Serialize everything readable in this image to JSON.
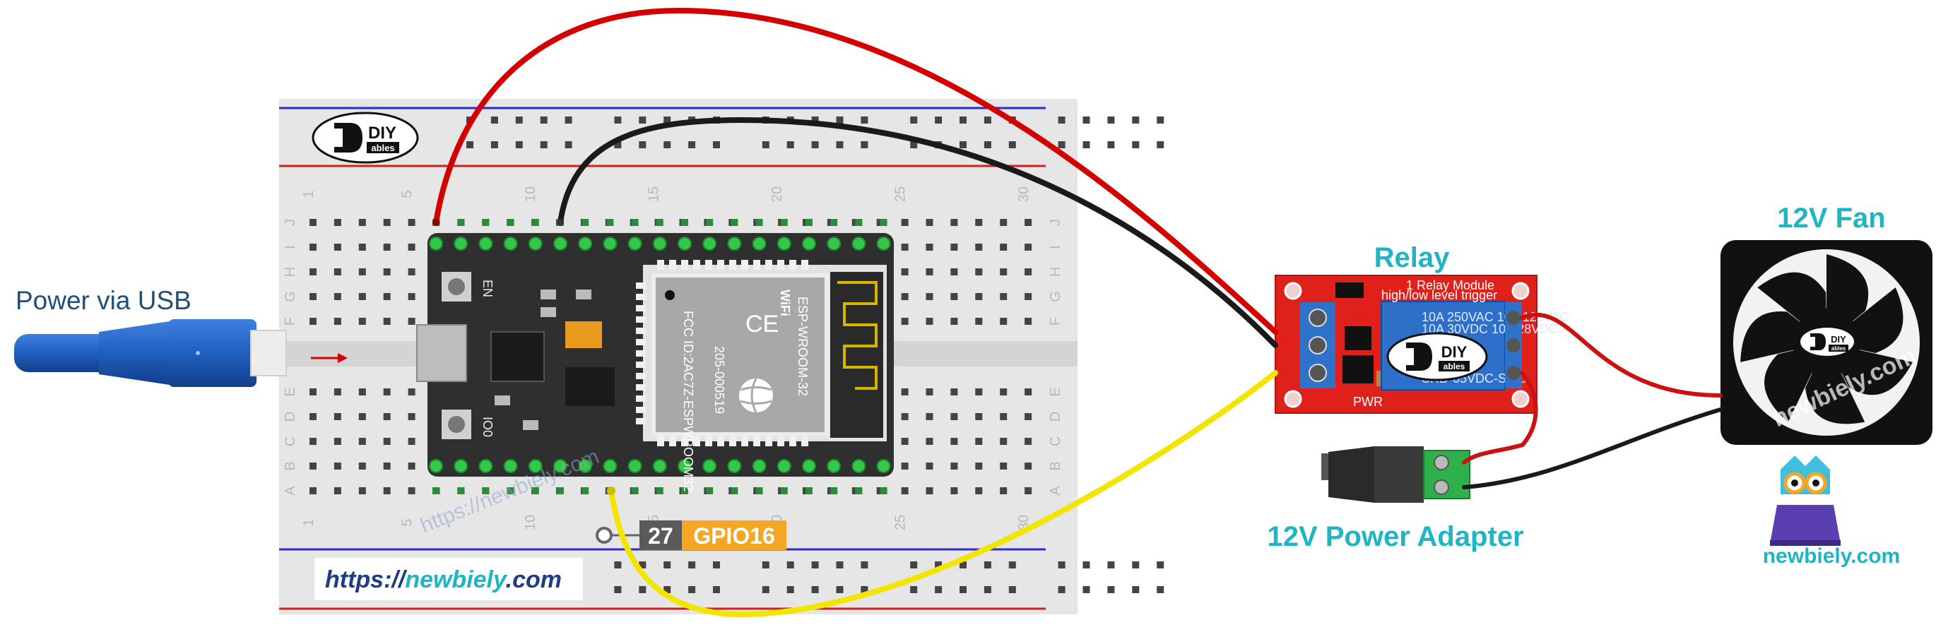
{
  "labels": {
    "power_via_usb": "Power via USB",
    "relay": "Relay",
    "fan": "12V Fan",
    "power_adapter": "12V Power Adapter",
    "site": "newbiely.com",
    "watermark": "https://newbiely.com",
    "url_prefix": "https://",
    "url_name": "newbiely",
    "url_suffix": ".com"
  },
  "pin": {
    "number": "27",
    "name": "GPIO16"
  },
  "board": {
    "en_label": "EN",
    "io0_label": "IO0",
    "module_brand": "ESP-WROOM-32",
    "module_fcc": "FCC ID:2AC7Z-ESPWROOM32",
    "module_cert": "205-000519",
    "module_wifi": "WiFi"
  },
  "relay_module": {
    "title": "1 Relay Module",
    "trigger": "high/low level trigger",
    "part": "SRD-05VDC-SL-C",
    "rating1": "10A 250VAC  10A 125VAC",
    "rating2": "10A 30VDC  10A 28VDC",
    "pwr": "PWR"
  },
  "logo": {
    "top": "DIY",
    "bottom": "ables"
  },
  "breadboard": {
    "col_numbers": [
      "1",
      "5",
      "10",
      "15",
      "20",
      "25",
      "30"
    ],
    "row_letters_top": [
      "J",
      "I",
      "H",
      "G",
      "F"
    ],
    "row_letters_bottom": [
      "E",
      "D",
      "C",
      "B",
      "A"
    ]
  },
  "colors": {
    "wire_red": "#d40000",
    "wire_black": "#1a1a1a",
    "wire_yellow": "#f2e600",
    "accent_cyan": "#1fb5c4",
    "gpio_orange": "#f5a623",
    "usb_blue": "#1f5fbf",
    "relay_red": "#e0201b"
  }
}
